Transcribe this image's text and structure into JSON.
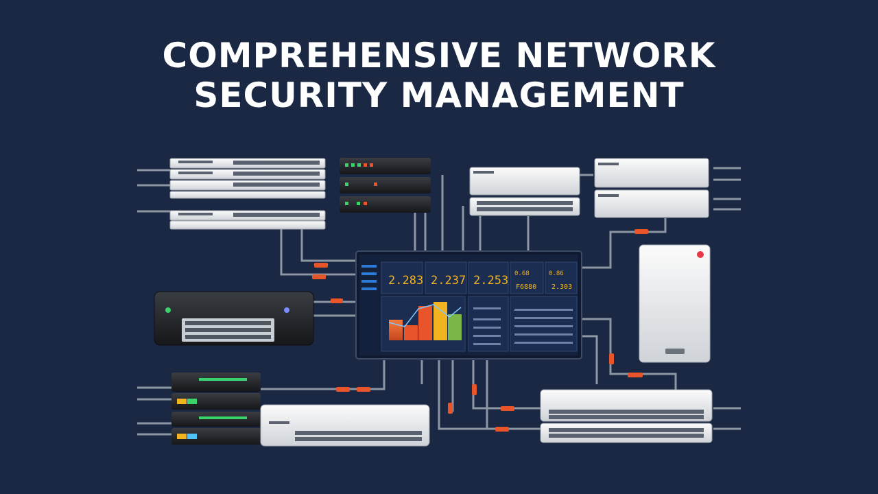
{
  "headline": {
    "line1": "COMPREHENSIVE NETWORK",
    "line2": "SECURITY MANAGEMENT"
  },
  "dashboard": {
    "kpis": [
      "2.283",
      "2.237",
      "2.253"
    ],
    "side_values": [
      "0.68",
      "F6880",
      "0.86",
      "2.303"
    ]
  },
  "colors": {
    "background": "#1b2844",
    "accent_orange": "#e8552b",
    "accent_yellow": "#f2b320",
    "accent_green": "#7ab648",
    "led_green": "#39d36a",
    "screen": "#13213d"
  }
}
